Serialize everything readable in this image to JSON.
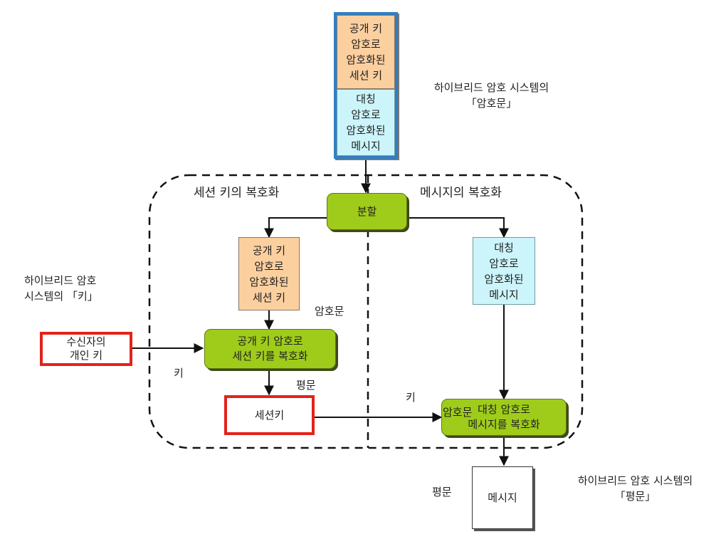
{
  "ciphertext": {
    "encrypted_session_key": [
      "공개 키",
      "암호로",
      "암호화된",
      "세션 키"
    ],
    "encrypted_message": [
      "대칭",
      "암호로",
      "암호화된",
      "메시지"
    ]
  },
  "labels": {
    "hybrid_ciphertext": [
      "하이브리드 암호 시스템의",
      "「암호문」"
    ],
    "hybrid_key": [
      "하이브리드 암호",
      "시스템의 「키」"
    ],
    "hybrid_plaintext": [
      "하이브리드 암호 시스템의",
      "「평문」"
    ],
    "session_key_decryption": "세션 키의 복호화",
    "message_decryption": "메시지의 복호화",
    "ciphertext_small": "암호문",
    "key_left": "키",
    "plaintext_mid": "평문",
    "key_right": "키",
    "ciphertext_overlap": "암호문",
    "plaintext_bottom": "평문"
  },
  "boxes": {
    "split": "분할",
    "left_encrypted_session_key": [
      "공개 키",
      "암호로",
      "암호화된",
      "세션 키"
    ],
    "right_encrypted_message": [
      "대칭",
      "암호로",
      "암호화된",
      "메시지"
    ],
    "receiver_private_key": [
      "수신자의",
      "개인 키"
    ],
    "decrypt_session_key": [
      "공개 키 암호로",
      "세션 키를 복호화"
    ],
    "session_key": "세션키",
    "decrypt_message": [
      "대칭 암호로",
      "메시지를 복호화"
    ],
    "message": "메시지"
  },
  "colors": {
    "peach": "#fccf9f",
    "cyan": "#ccf5fb",
    "green": "#9fcc1a",
    "red": "#e2231a",
    "blue": "#2f7fc2"
  }
}
